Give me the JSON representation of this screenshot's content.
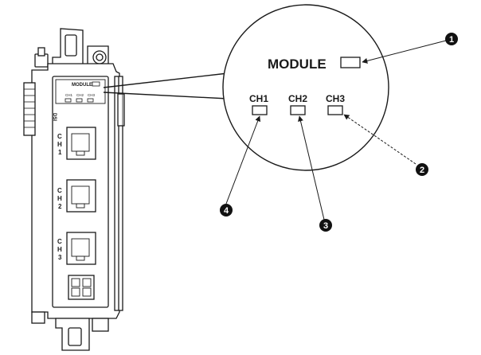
{
  "module": {
    "label": "MODULE",
    "small_label": "MODULE"
  },
  "channels": [
    {
      "label": "CH1",
      "small": "CH1"
    },
    {
      "label": "CH2",
      "small": "CH2"
    },
    {
      "label": "CH3",
      "small": "CH3"
    }
  ],
  "side_text": "DSI",
  "port_labels": [
    {
      "c": "C",
      "h": "H",
      "n": "1"
    },
    {
      "c": "C",
      "h": "H",
      "n": "2"
    },
    {
      "c": "C",
      "h": "H",
      "n": "3"
    }
  ],
  "callouts": [
    {
      "number": "1",
      "target": "MODULE"
    },
    {
      "number": "2",
      "target": "CH3"
    },
    {
      "number": "3",
      "target": "CH2"
    },
    {
      "number": "4",
      "target": "CH1"
    }
  ],
  "colors": {
    "line": "#1a1a1a",
    "fill": "#ffffff",
    "badge": "#111111",
    "badge_text": "#ffffff"
  }
}
